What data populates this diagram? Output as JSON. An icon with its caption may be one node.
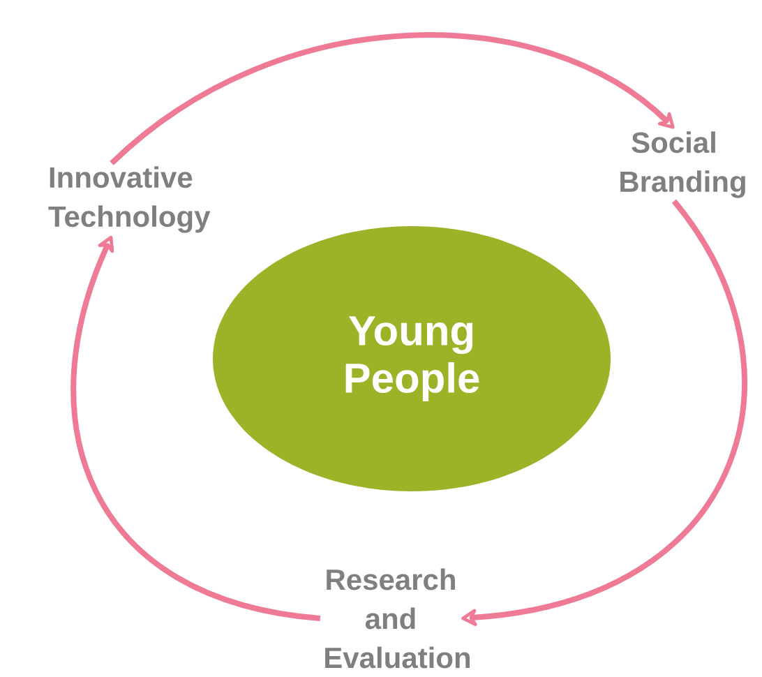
{
  "diagram": {
    "nodes": [
      {
        "text": [
          "Young People"
        ]
      },
      {
        "text": [
          "Innovative Technology"
        ]
      },
      {
        "text": [
          "Social Branding"
        ]
      },
      {
        "text": [
          "Research and Evaluation"
        ]
      }
    ],
    "edges": [
      {
        "from": 1,
        "to": 2,
        "arrow": "to"
      },
      {
        "from": 2,
        "to": 3,
        "arrow": "to"
      },
      {
        "from": 3,
        "to": 1,
        "arrow": "to"
      }
    ]
  }
}
